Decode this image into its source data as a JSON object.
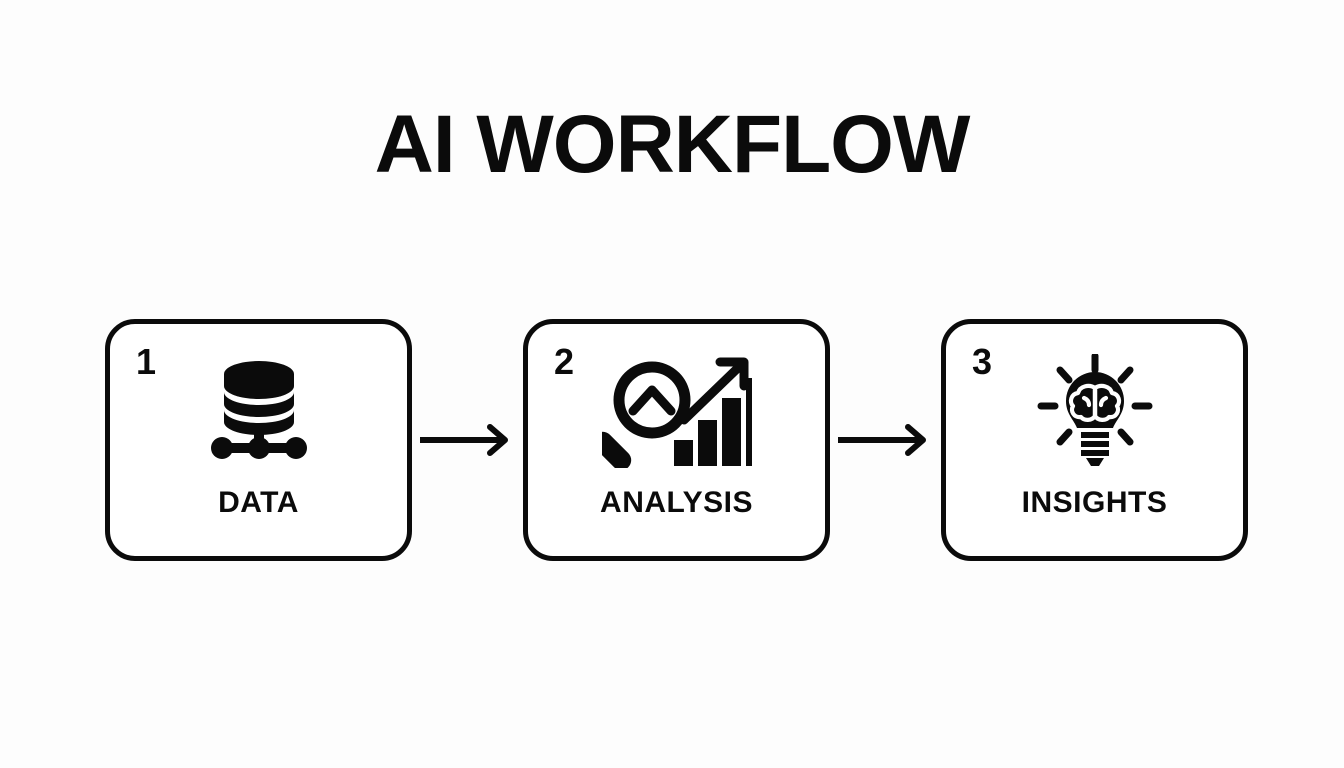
{
  "background_color": "#fdfdfd",
  "ink_color": "#0b0b0b",
  "header": {
    "title": "AI WORKFLOW"
  },
  "flow": {
    "steps": [
      {
        "number": "1",
        "label": "DATA",
        "icon": "database-icon"
      },
      {
        "number": "2",
        "label": "ANALYSIS",
        "icon": "magnifier-bar-chart-icon"
      },
      {
        "number": "3",
        "label": "INSIGHTS",
        "icon": "lightbulb-brain-icon"
      }
    ],
    "connectors": [
      {
        "icon": "arrow-right-icon"
      },
      {
        "icon": "arrow-right-icon"
      }
    ]
  }
}
